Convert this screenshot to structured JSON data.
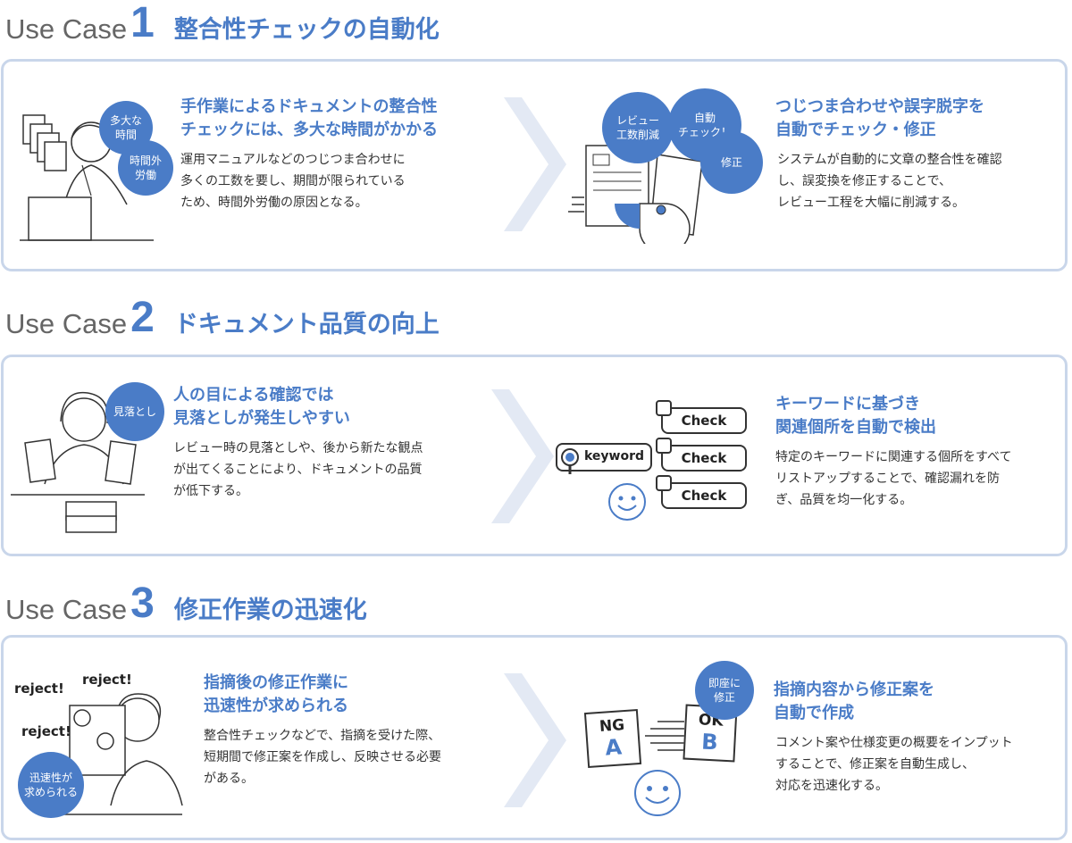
{
  "sections": [
    {
      "label": "Use Case",
      "number": "1",
      "title": "整合性チェックの自動化",
      "problem": {
        "heading_line1": "手作業によるドキュメントの整合性",
        "heading_line2": "チェックには、多大な時間がかかる",
        "body_line1": "運用マニュアルなどのつじつま合わせに",
        "body_line2": "多くの工数を要し、期間が限られている",
        "body_line3": "ため、時間外労働の原因となる。",
        "bubble1_line1": "多大な",
        "bubble1_line2": "時間",
        "bubble2_line1": "時間外",
        "bubble2_line2": "労働"
      },
      "solution": {
        "heading_line1": "つじつま合わせや誤字脱字を",
        "heading_line2": "自動でチェック・修正",
        "body_line1": "システムが自動的に文章の整合性を確認",
        "body_line2": "し、誤変換を修正することで、",
        "body_line3": "レビュー工程を大幅に削減する。",
        "bubble1_line1": "レビュー",
        "bubble1_line2": "工数削減",
        "bubble2_line1": "自動",
        "bubble2_line2": "チェック！",
        "bubble3": "修正"
      }
    },
    {
      "label": "Use Case",
      "number": "2",
      "title": "ドキュメント品質の向上",
      "problem": {
        "heading_line1": "人の目による確認では",
        "heading_line2": "見落としが発生しやすい",
        "body_line1": "レビュー時の見落としや、後から新たな観点",
        "body_line2": "が出てくることにより、ドキュメントの品質",
        "body_line3": "が低下する。",
        "bubble1": "見落とし"
      },
      "solution": {
        "heading_line1": "キーワードに基づき",
        "heading_line2": "関連個所を自動で検出",
        "body_line1": "特定のキーワードに関連する個所をすべて",
        "body_line2": "リストアップすることで、確認漏れを防",
        "body_line3": "ぎ、品質を均一化する。",
        "keyword": "keyword",
        "check_label": "Check"
      }
    },
    {
      "label": "Use Case",
      "number": "3",
      "title": "修正作業の迅速化",
      "problem": {
        "heading_line1": "指摘後の修正作業に",
        "heading_line2": "迅速性が求められる",
        "body_line1": "整合性チェックなどで、指摘を受けた際、",
        "body_line2": "短期間で修正案を作成し、反映させる必要",
        "body_line3": "がある。",
        "reject": "reject!",
        "bubble1_line1": "迅速性が",
        "bubble1_line2": "求められる"
      },
      "solution": {
        "heading_line1": "指摘内容から修正案を",
        "heading_line2": "自動で作成",
        "body_line1": "コメント案や仕様変更の概要をインプット",
        "body_line2": "することで、修正案を自動生成し、",
        "body_line3": "対応を迅速化する。",
        "ng_label": "NG",
        "ng_letter": "A",
        "ok_label": "OK",
        "ok_letter": "B",
        "bubble1_line1": "即座に",
        "bubble1_line2": "修正"
      }
    }
  ],
  "colors": {
    "accent": "#4a7cc7",
    "panel_border": "#c9d6ea",
    "arrow": "#e3e9f4"
  }
}
